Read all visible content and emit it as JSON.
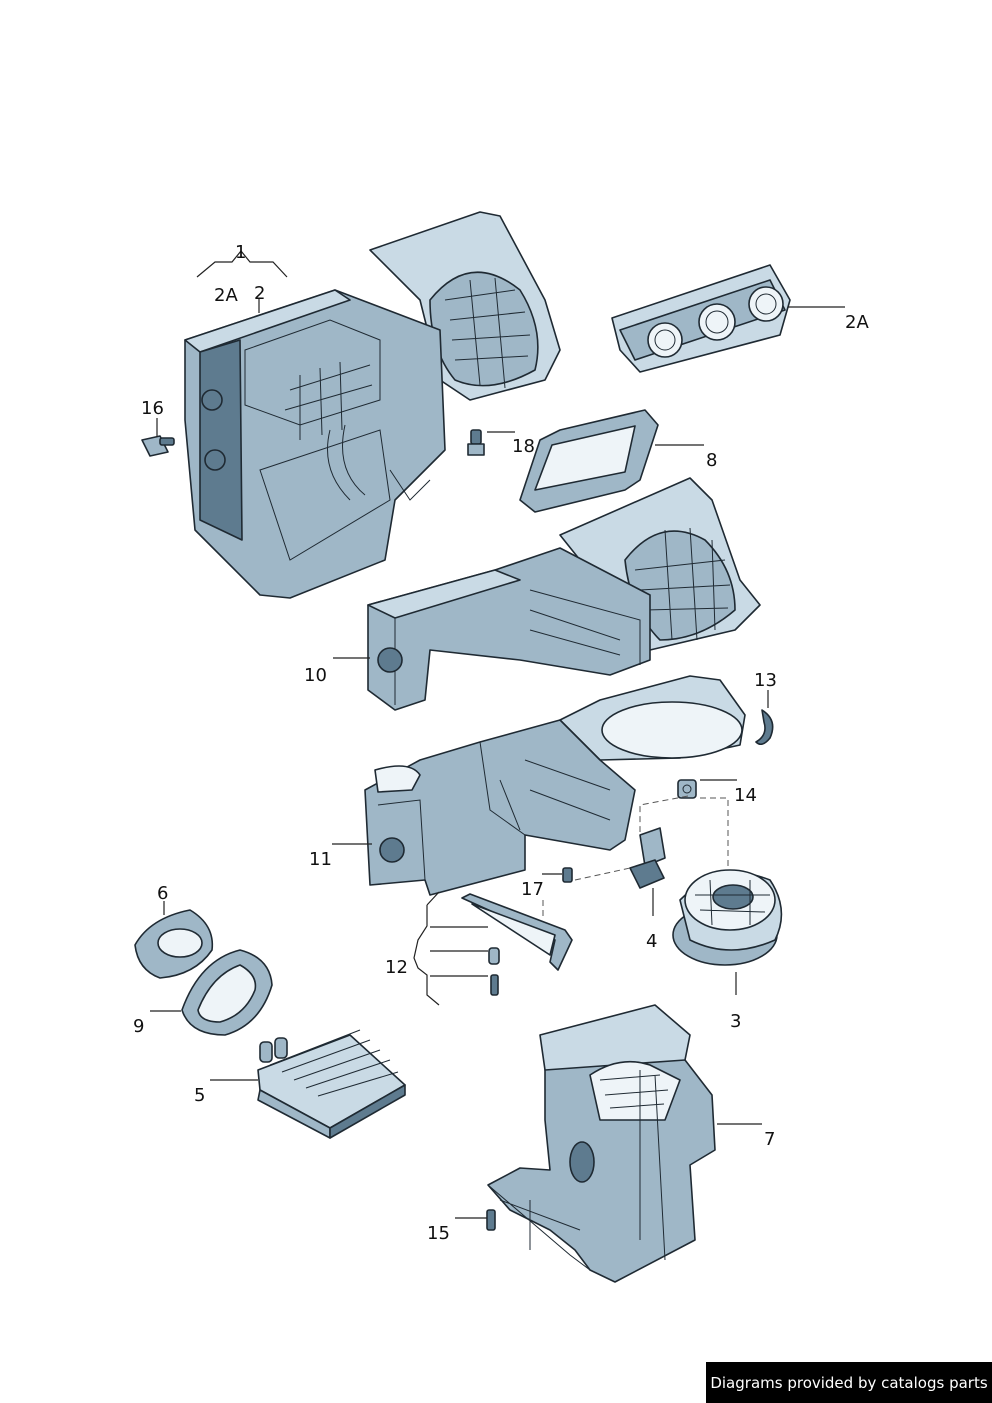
{
  "callouts": {
    "c1": "1",
    "c2A_left": "2A",
    "c2": "2",
    "c16": "16",
    "c18": "18",
    "c2A_right": "2A",
    "c8": "8",
    "c10": "10",
    "c13": "13",
    "c14": "14",
    "c11": "11",
    "c17": "17",
    "c4": "4",
    "c3": "3",
    "c6": "6",
    "c12": "12",
    "c9": "9",
    "c5": "5",
    "c7": "7",
    "c15": "15"
  },
  "credit": "Diagrams provided by catalogs parts",
  "colors": {
    "part_fill": "#9fb7c7",
    "part_light": "#c9dae5",
    "part_dark": "#5e7b8f",
    "outline": "#1f2a33",
    "credit_bg": "#000000"
  }
}
